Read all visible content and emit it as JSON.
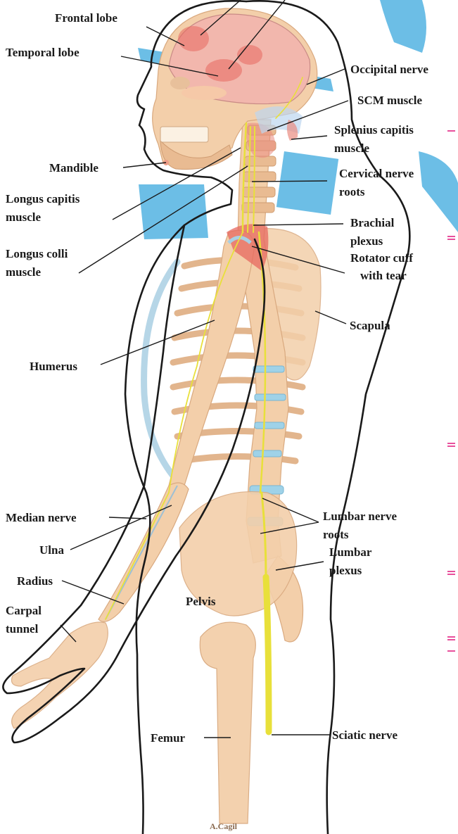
{
  "labels": {
    "frontal_lobe": "Frontal lobe",
    "temporal_lobe": "Temporal lobe",
    "occipital_nerve": "Occipital nerve",
    "scm_muscle": "SCM muscle",
    "splenius_l1": "Splenius capitis",
    "splenius_l2": "muscle",
    "mandible": "Mandible",
    "cervical_l1": "Cervical nerve",
    "cervical_l2": "roots",
    "longus_capitis_l1": "Longus capitis",
    "longus_capitis_l2": "muscle",
    "brachial_l1": "Brachial",
    "brachial_l2": "plexus",
    "longus_colli_l1": "Longus colli",
    "longus_colli_l2": "muscle",
    "rotator_l1": "Rotator cuff",
    "rotator_l2": "with tear",
    "scapula": "Scapula",
    "humerus": "Humerus",
    "lumbar_roots_l1": "Lumbar nerve",
    "lumbar_roots_l2": "roots",
    "median_nerve": "Median nerve",
    "ulna": "Ulna",
    "lumbar_plexus_l1": "Lumbar",
    "lumbar_plexus_l2": "plexus",
    "radius": "Radius",
    "carpal_l1": "Carpal",
    "carpal_l2": "tunnel",
    "pelvis": "Pelvis",
    "femur": "Femur",
    "sciatic_nerve": "Sciatic nerve",
    "signature": "A.Cagil"
  },
  "colors": {
    "bone": "#f3cfaa",
    "nerve": "#e8e03a",
    "cartilage": "#a9cfe3",
    "injury": "#e7685f",
    "plane": "#52b3e2",
    "margin_marks": "#e0157a"
  }
}
